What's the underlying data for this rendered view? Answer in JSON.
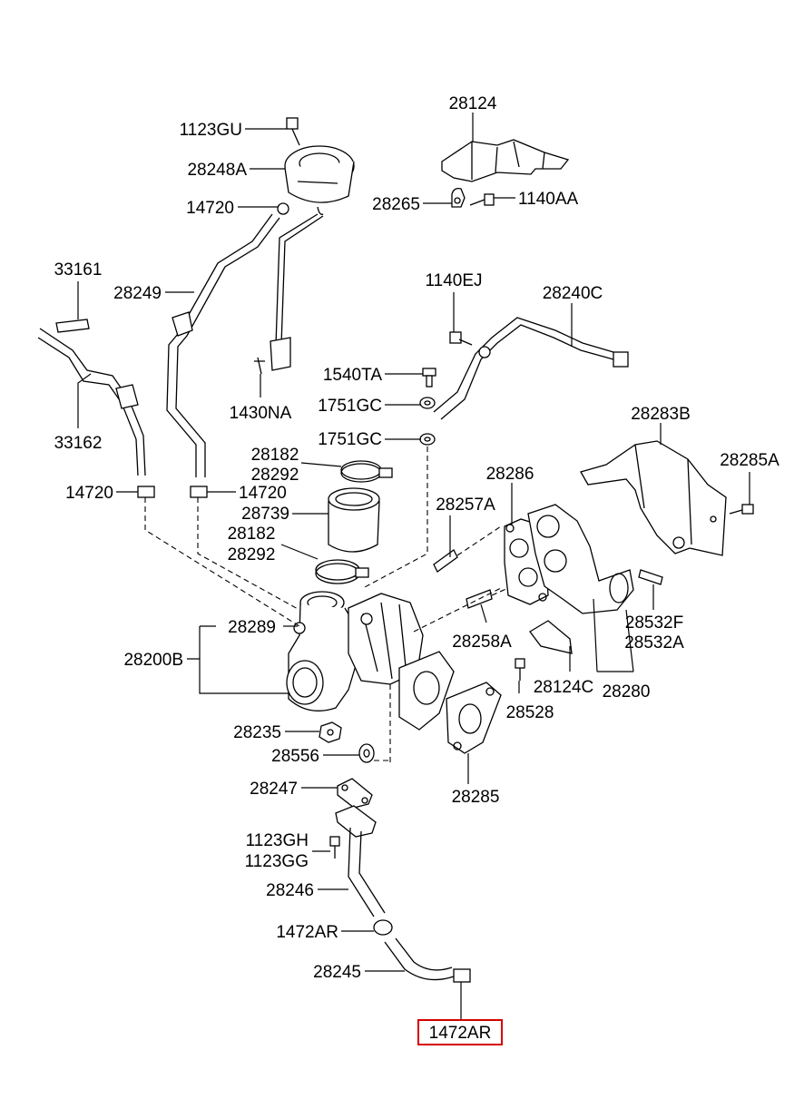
{
  "labels": {
    "l28124": "28124",
    "l1123GU": "1123GU",
    "l28248A": "28248A",
    "l14720_top": "14720",
    "l28265": "28265",
    "l1140AA": "1140AA",
    "l33161": "33161",
    "l28249": "28249",
    "l1140EJ": "1140EJ",
    "l28240C": "28240C",
    "l1540TA": "1540TA",
    "l1430NA": "1430NA",
    "l1751GC_a": "1751GC",
    "l1751GC_b": "1751GC",
    "l33162": "33162",
    "l28283B": "28283B",
    "l28182_a": "28182",
    "l28292_a": "28292",
    "l28286": "28286",
    "l28285A": "28285A",
    "l14720_left": "14720",
    "l14720_mid": "14720",
    "l28739": "28739",
    "l28257A": "28257A",
    "l28182_b": "28182",
    "l28292_b": "28292",
    "l28289": "28289",
    "l28532F": "28532F",
    "l28532A": "28532A",
    "l28258A": "28258A",
    "l28200B": "28200B",
    "l28124C": "28124C",
    "l28280": "28280",
    "l28528": "28528",
    "l28235": "28235",
    "l28556": "28556",
    "l28285": "28285",
    "l28247": "28247",
    "l1123GH": "1123GH",
    "l1123GG": "1123GG",
    "l28246": "28246",
    "l1472AR_a": "1472AR",
    "l28245": "28245",
    "l1472AR_b": "1472AR"
  },
  "highlight": {
    "label": "1472AR",
    "color": "#d40000"
  }
}
